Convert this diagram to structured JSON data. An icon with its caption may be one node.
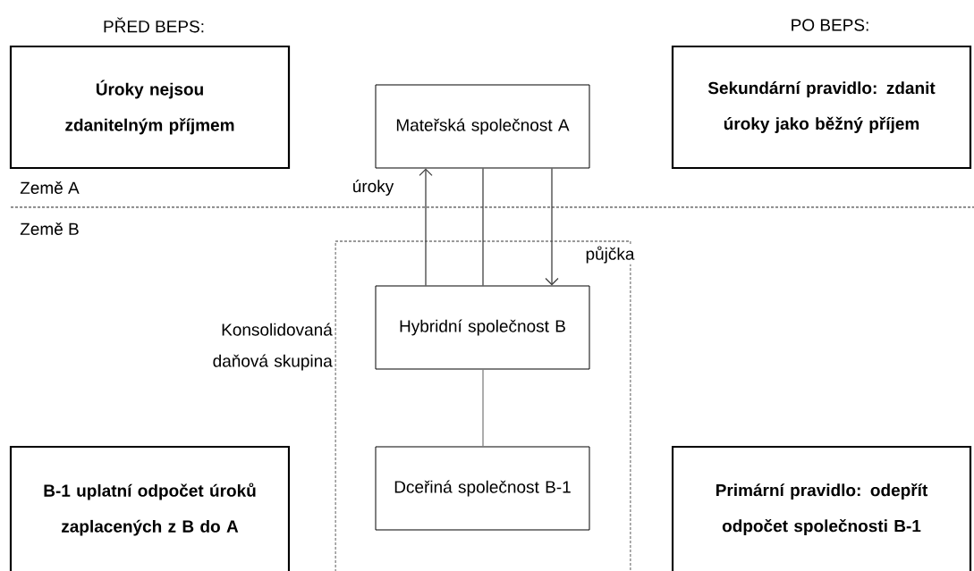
{
  "diagram": {
    "nodes": [
      {
        "text": [
          "PŘED BEPS:",
          "Úroky nejsou zdanitelným příjmem"
        ]
      },
      {
        "text": [
          "Mateřská společnost A"
        ]
      },
      {
        "text": [
          "PO BEPS:",
          "Sekundární pravidlo: zdanit úroky jako běžný příjem"
        ]
      },
      {
        "text": [
          "Konsolidovaná daňová skupina"
        ]
      },
      {
        "text": [
          "Hybridní společnost B"
        ],
        "in": 3
      },
      {
        "text": [
          "Dceřiná společnost B-1"
        ],
        "in": 3
      },
      {
        "text": [
          "B-1 uplatní odpočet úroků zaplacených z B do A"
        ]
      },
      {
        "text": [
          "Primární pravidlo: odepřít odpočet společnosti B-1"
        ]
      }
    ],
    "edges": [
      {
        "from": 4,
        "to": 1,
        "arrow": "to",
        "label": "úroky"
      },
      {
        "from": 1,
        "to": 4,
        "arrow": "none"
      },
      {
        "from": 1,
        "to": 4,
        "arrow": "to",
        "label": "půjčka"
      },
      {
        "from": 4,
        "to": 5,
        "arrow": "none",
        "color": "#808080"
      }
    ],
    "labels": [
      "Země A",
      "Země B"
    ]
  }
}
